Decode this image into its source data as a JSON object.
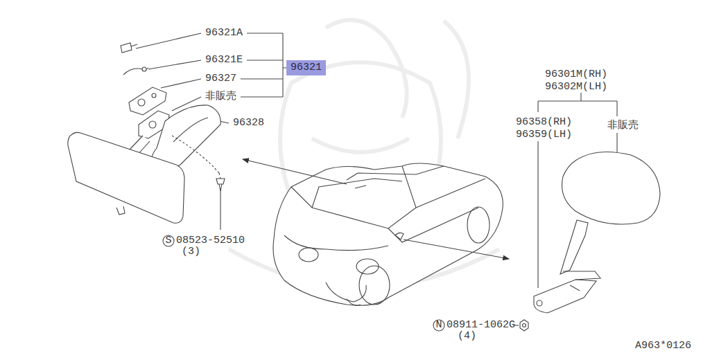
{
  "diagram": {
    "nodes": [
      {
        "text": [
          "96321"
        ]
      }
    ],
    "labels": [
      "96321A",
      "96321E",
      "96327",
      "非販売",
      "96328",
      "S",
      "08523-52510",
      "(3)",
      "96301M(RH)",
      "96302M(LH)",
      "96358(RH)",
      "96359(LH)",
      "非販売",
      "N",
      "08911-1062G",
      "(4)",
      "A963*0126"
    ]
  }
}
